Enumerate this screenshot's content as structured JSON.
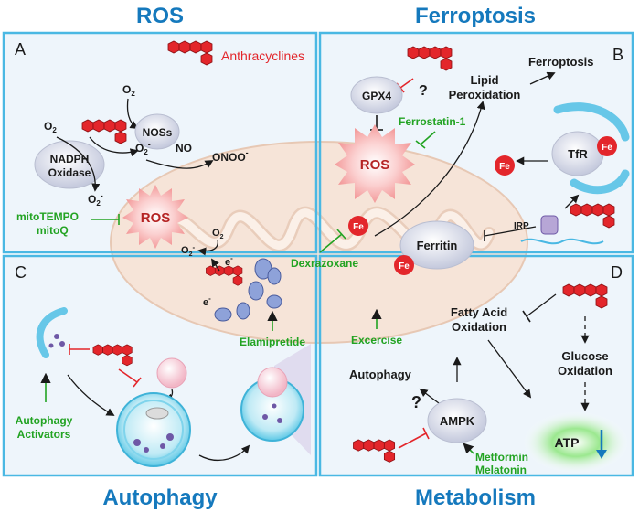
{
  "colors": {
    "title_blue": "#1579bd",
    "panel_border": "#4ab8e3",
    "drug_red": "#e3262b",
    "green_text": "#22a322",
    "mito_fill": "#f6e4d8",
    "ros_pink": "#f6a7a7",
    "atp_green": "#59d04f"
  },
  "titles": {
    "top_left": "ROS",
    "top_right": "Ferroptosis",
    "bottom_left": "Autophagy",
    "bottom_right": "Metabolism"
  },
  "panels": {
    "a": "A",
    "b": "B",
    "c": "C",
    "d": "D"
  },
  "ros_panel": {
    "anthracyclines": "Anthracyclines",
    "o2_top": "O",
    "o2_sub": "2",
    "noss": "NOSs",
    "o2_left": "O",
    "nadph_1": "NADPH",
    "nadph_2": "Oxidase",
    "o2_minus": "O",
    "no": "NO",
    "onoo": "ONOO",
    "o2_minus_left": "O",
    "mitotempo": "mitoTEMPO",
    "mitoq": "mitoQ",
    "ros": "ROS",
    "o2_mito": "O",
    "o2m_mito": "O",
    "e_minus": "e",
    "sup2": "2",
    "sup_minus": "-"
  },
  "ferroptosis_panel": {
    "gpx4": "GPX4",
    "question": "?",
    "ferroptosis": "Ferroptosis",
    "lipid_1": "Lipid",
    "lipid_2": "Peroxidation",
    "ferrostatin": "Ferrostatin-1",
    "ros": "ROS",
    "tfr": "TfR",
    "fe": "Fe",
    "irp": "IRP",
    "ferritin": "Ferritin",
    "dexrazoxane": "Dexrazoxane"
  },
  "autophagy_panel": {
    "activators_1": "Autophagy",
    "activators_2": "Activators",
    "elamipretide": "Elamipretide",
    "excercise": "Excercise"
  },
  "metabolism_panel": {
    "fatty_1": "Fatty Acid",
    "fatty_2": "Oxidation",
    "glucose_1": "Glucose",
    "glucose_2": "Oxidation",
    "autophagy": "Autophagy",
    "ampk": "AMPK",
    "question": "?",
    "metformin": "Metformin",
    "melatonin": "Melatonin",
    "atp": "ATP"
  }
}
